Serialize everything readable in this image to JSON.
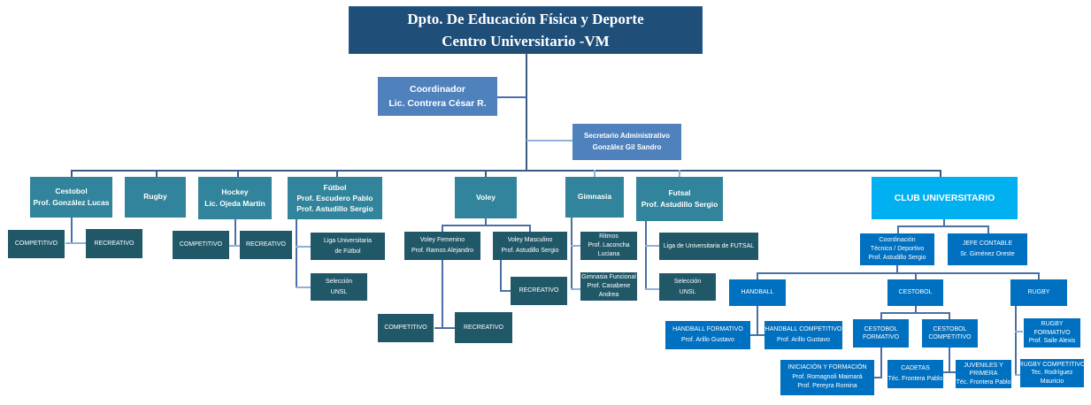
{
  "root": {
    "line1": "Dpto. De Educación Física y Deporte",
    "line2": "Centro Universitario -VM"
  },
  "coordinador": {
    "line1": "Coordinador",
    "line2": "Lic. Contrera César R."
  },
  "secretario": {
    "line1": "Secretario Administrativo",
    "line2": "González Gil Sandro"
  },
  "sports": {
    "cestobol": {
      "line1": "Cestobol",
      "line2": "Prof. González Lucas",
      "children": [
        "COMPETITIVO",
        "RECREATIVO"
      ]
    },
    "rugby": {
      "line1": "Rugby"
    },
    "hockey": {
      "line1": "Hockey",
      "line2": "Lic. Ojeda Martín",
      "children": [
        "COMPETITIVO",
        "RECREATIVO"
      ]
    },
    "futbol": {
      "line1": "Fútbol",
      "line2": "Prof. Escudero Pablo",
      "line3": "Prof. Astudillo Sergio",
      "liga": {
        "line1": "Liga Universitaria",
        "line2": "de Fútbol"
      },
      "seleccion": {
        "line1": "Selección",
        "line2": "UNSL"
      }
    },
    "voley": {
      "line1": "Voley",
      "femenino": {
        "line1": "Voley Femenino",
        "line2": "Prof. Ramos Alejandro",
        "children": [
          "COMPETITIVO",
          "RECREATIVO"
        ]
      },
      "masculino": {
        "line1": "Voley Masculino",
        "line2": "Prof. Astudillo Sergio",
        "children": [
          "RECREATIVO"
        ]
      }
    },
    "gimnasia": {
      "line1": "Gimnasia",
      "ritmos": {
        "line1": "Ritmos",
        "line2": "Prof. Laconcha",
        "line3": "Luciana"
      },
      "funcional": {
        "line1": "Gimnasia Funcional",
        "line2": "Prof. Casabene",
        "line3": "Andrea"
      }
    },
    "futsal": {
      "line1": "Futsal",
      "line2": "Prof. Astudillo Sergio",
      "liga": {
        "line1": "Liga de Universitaria de FUTSAL"
      },
      "seleccion": {
        "line1": "Selección",
        "line2": "UNSL"
      }
    }
  },
  "club": {
    "title": "CLUB UNIVERSITARIO",
    "coordinacion": {
      "line1": "Coordinación",
      "line2": "Técnico / Deportivo",
      "line3": "Prof. Astudillo Sergio"
    },
    "contable": {
      "line1": "JEFE CONTABLE",
      "line2": "Sr. Giménez Oreste"
    },
    "handball": {
      "title": "HANDBALL",
      "formativo": {
        "line1": "HANDBALL FORMATIVO",
        "line2": "Prof. Arillo Gustavo"
      },
      "competitivo": {
        "line1": "HANDBALL COMPETITIVO",
        "line2": "Prof. Arillo Gustavo"
      }
    },
    "cestobol": {
      "title": "CESTOBOL",
      "formativo": {
        "line1": "CESTOBOL",
        "line2": "FORMATIVO"
      },
      "competitivo": {
        "line1": "CESTOBOL",
        "line2": "COMPETITIVO"
      },
      "iniciacion": {
        "line1": "INICIACIÓN Y FORMACIÓN",
        "line2": "Prof. Romagnoli Maimará",
        "line3": "Prof. Pereyra Romina"
      },
      "cadetas": {
        "line1": "CADETAS",
        "line2": "Téc. Frontera Pablo"
      },
      "juveniles": {
        "line1": "JUVENILES Y",
        "line2": "PRIMERA",
        "line3": "Téc. Frontera Pablo"
      }
    },
    "rugby": {
      "title": "RUGBY",
      "formativo": {
        "line1": "RUGBY",
        "line2": "FORMATIVO",
        "line3": "Prof. Saile Alexis"
      },
      "competitivo": {
        "line1": "RUGBY COMPETITIVO",
        "line2": "Tec. Rodríguez",
        "line3": "Mauricio"
      }
    }
  }
}
